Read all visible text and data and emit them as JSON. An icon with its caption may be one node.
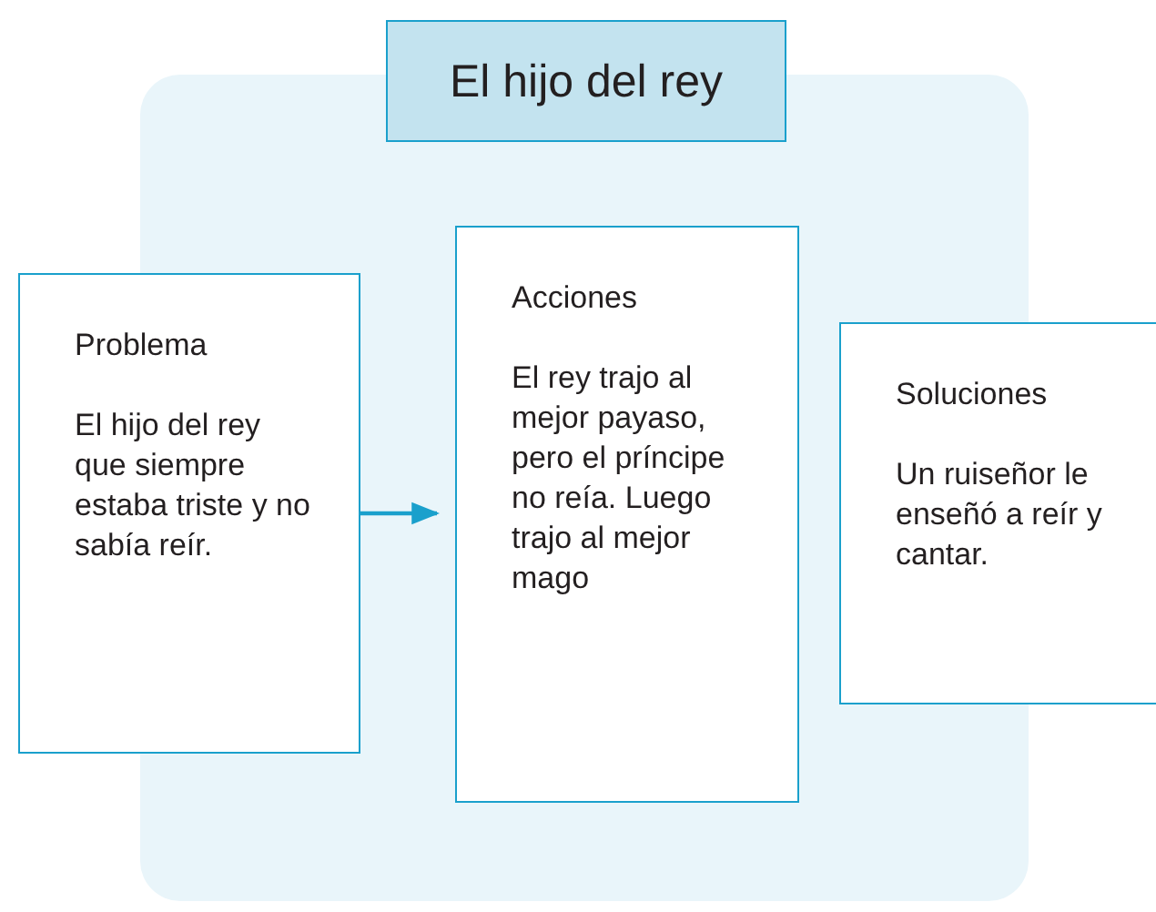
{
  "diagram": {
    "nodes": [
      {
        "text": [
          "El hijo del rey"
        ]
      },
      {
        "text": [
          "Problema",
          "El hijo del rey que siempre estaba triste y no sabía reír."
        ]
      },
      {
        "text": [
          "Acciones",
          "El rey trajo al mejor payaso, pero el príncipe no reía. Luego trajo al mejor mago"
        ]
      },
      {
        "text": [
          "Soluciones",
          "Un ruiseñor le enseñó a reír y cantar."
        ]
      }
    ],
    "edges": [
      {
        "from": 1,
        "to": 2,
        "arrow": "to"
      }
    ]
  }
}
